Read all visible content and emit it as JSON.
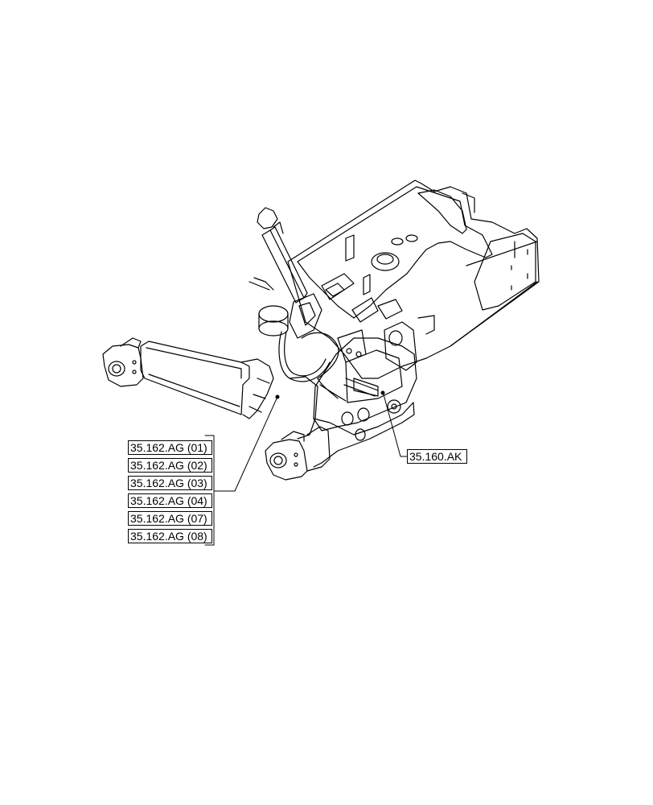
{
  "diagram": {
    "subject": "Tractor front hitch / three-point linkage assembly on front frame",
    "line_color": "#000000",
    "background": "#ffffff"
  },
  "callouts": {
    "group": [
      {
        "label": "35.162.AG (01)"
      },
      {
        "label": "35.162.AG (02)"
      },
      {
        "label": "35.162.AG (03)"
      },
      {
        "label": "35.162.AG (04)"
      },
      {
        "label": "35.162.AG (07)"
      },
      {
        "label": "35.162.AG (08)"
      }
    ],
    "single": {
      "label": "35.160.AK"
    }
  }
}
